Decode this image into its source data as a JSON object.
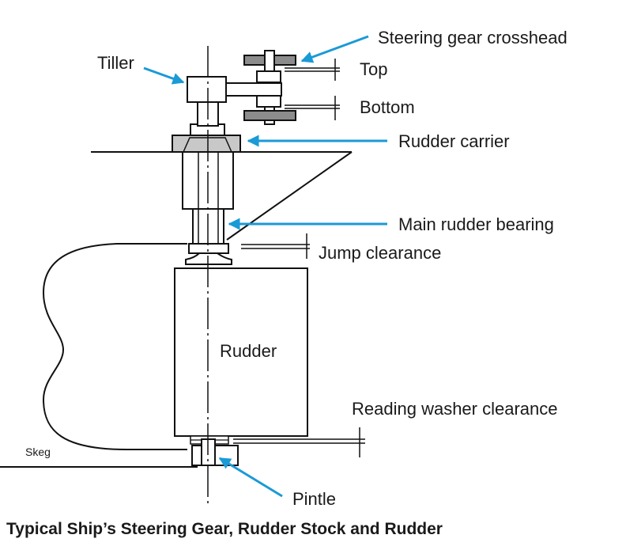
{
  "labels": {
    "crosshead": "Steering gear crosshead",
    "tiller": "Tiller",
    "top": "Top",
    "bottom": "Bottom",
    "rudder_carrier": "Rudder carrier",
    "main_bearing": "Main rudder bearing",
    "jump_clearance": "Jump clearance",
    "rudder": "Rudder",
    "reading_washer": "Reading washer clearance",
    "skeg": "Skeg",
    "pintle": "Pintle"
  },
  "caption": "Typical Ship’s Steering Gear, Rudder Stock and Rudder",
  "colors": {
    "arrow": "#1a9ad6",
    "line": "#111111",
    "carrier_fill": "#c8c8c8",
    "crosshead_fill": "#8c8c8c"
  }
}
